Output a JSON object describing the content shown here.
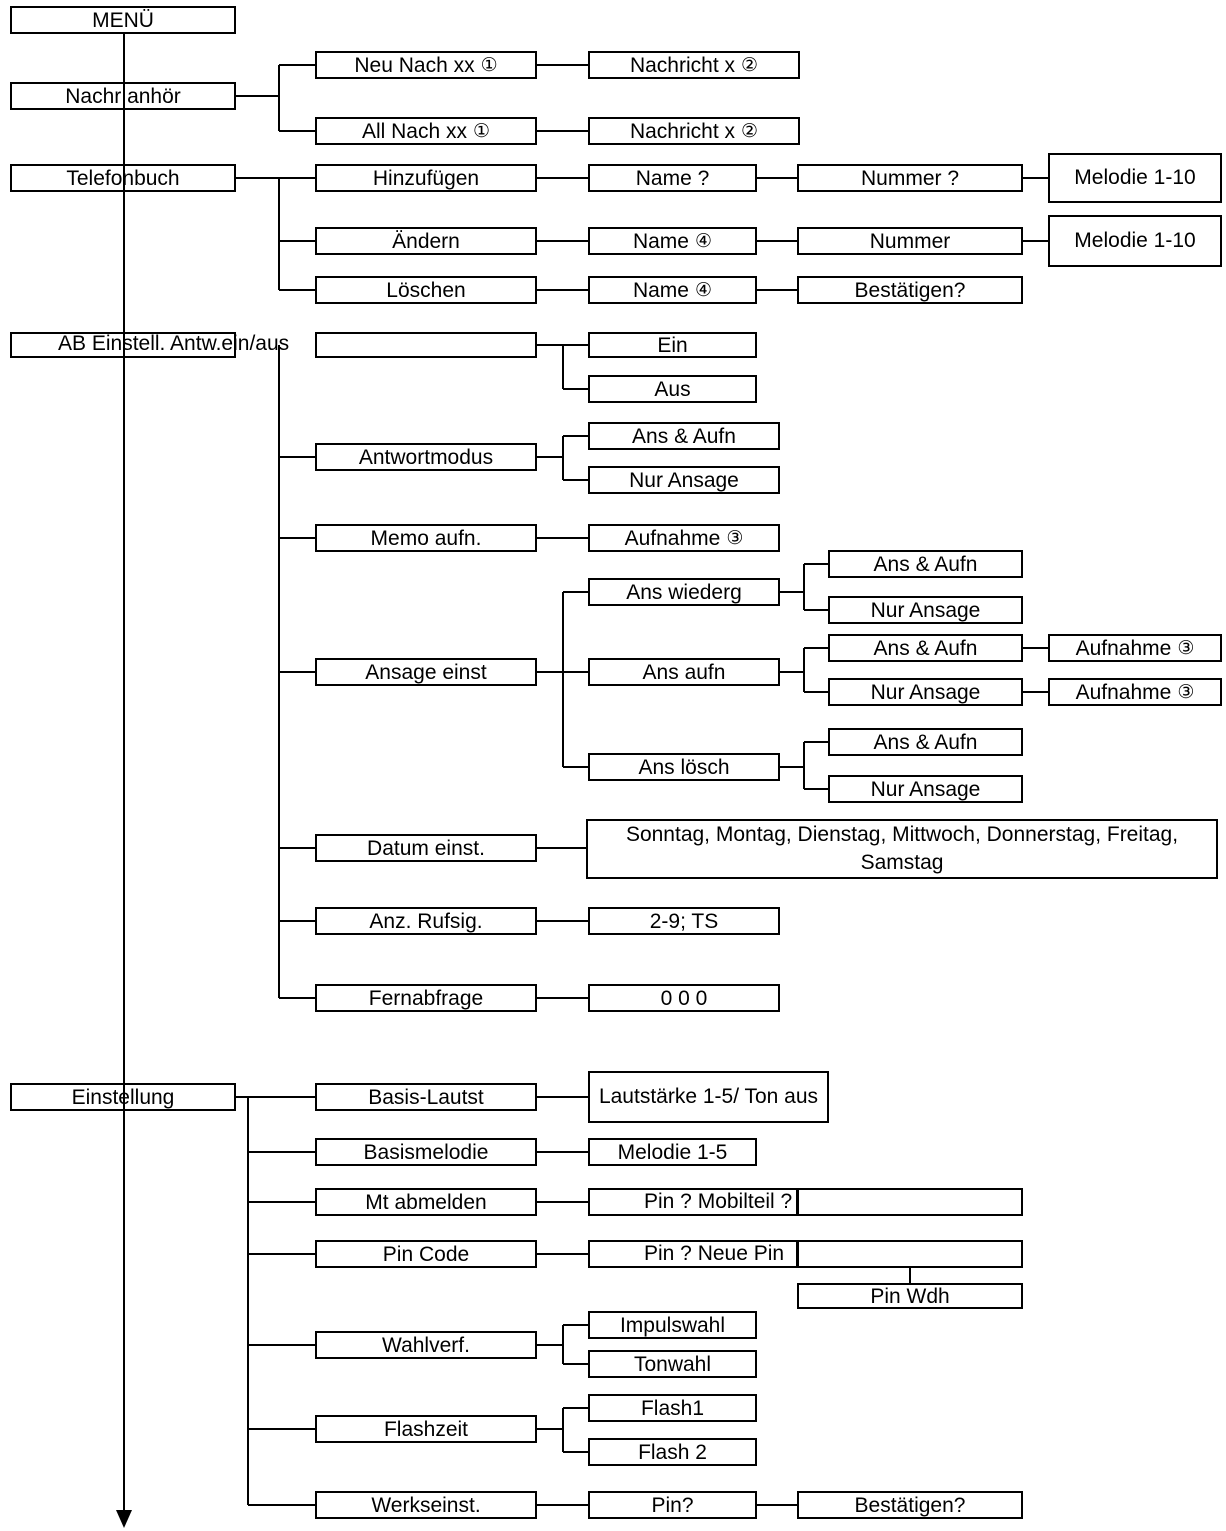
{
  "menu": "MENÜ",
  "nachr": {
    "root": "Nachr anhör",
    "neu": "Neu Nach xx",
    "all": "All Nach xx",
    "nachricht": "Nachricht x",
    "m1": "①",
    "m2": "②"
  },
  "telefonbuch": {
    "root": "Telefonbuch",
    "hinzufuegen": "Hinzufügen",
    "name_q": "Name ?",
    "nummer_q": "Nummer ?",
    "melodie": "Melodie 1-10",
    "aendern": "Ändern",
    "name": "Name",
    "nummer": "Nummer",
    "loeschen": "Löschen",
    "bestaetigen": "Bestätigen?",
    "m4": "④"
  },
  "ab": {
    "root_label": "AB Einstell. Antw.ein/aus",
    "ein": "Ein",
    "aus": "Aus",
    "antwortmodus": "Antwortmodus",
    "ans_aufn": "Ans & Aufn",
    "nur_ansage": "Nur Ansage",
    "memo": "Memo aufn.",
    "aufnahme": "Aufnahme",
    "m3": "③",
    "ansage_einst": "Ansage einst",
    "ans_wiederg": "Ans wiederg",
    "ans_aufn_item": "Ans aufn",
    "ans_loesch": "Ans lösch",
    "datum": "Datum einst.",
    "tage": "Sonntag, Montag, Dienstag, Mittwoch, Donnerstag, Freitag, Samstag",
    "rufsig": "Anz. Rufsig.",
    "rufsig_val": "2-9; TS",
    "fernabfrage": "Fernabfrage",
    "fern_val": "0 0 0"
  },
  "einstellung": {
    "root": "Einstellung",
    "basis_lautst": "Basis-Lautst",
    "lautstaerke": "Lautstärke 1-5/ Ton aus",
    "basismelodie": "Basismelodie",
    "melodie15": "Melodie 1-5",
    "mt_abmelden": "Mt abmelden",
    "pin_mobilteil": "Pin ? Mobilteil ?",
    "pin_code": "Pin Code",
    "pin_neue_pin": "Pin ? Neue Pin",
    "pin_wdh": "Pin Wdh",
    "wahlverf": "Wahlverf.",
    "impulswahl": "Impulswahl",
    "tonwahl": "Tonwahl",
    "flashzeit": "Flashzeit",
    "flash1": "Flash1",
    "flash2": "Flash 2",
    "werkseinst": "Werkseinst.",
    "pin_q": "Pin?",
    "bestaetigen": "Bestätigen?"
  }
}
